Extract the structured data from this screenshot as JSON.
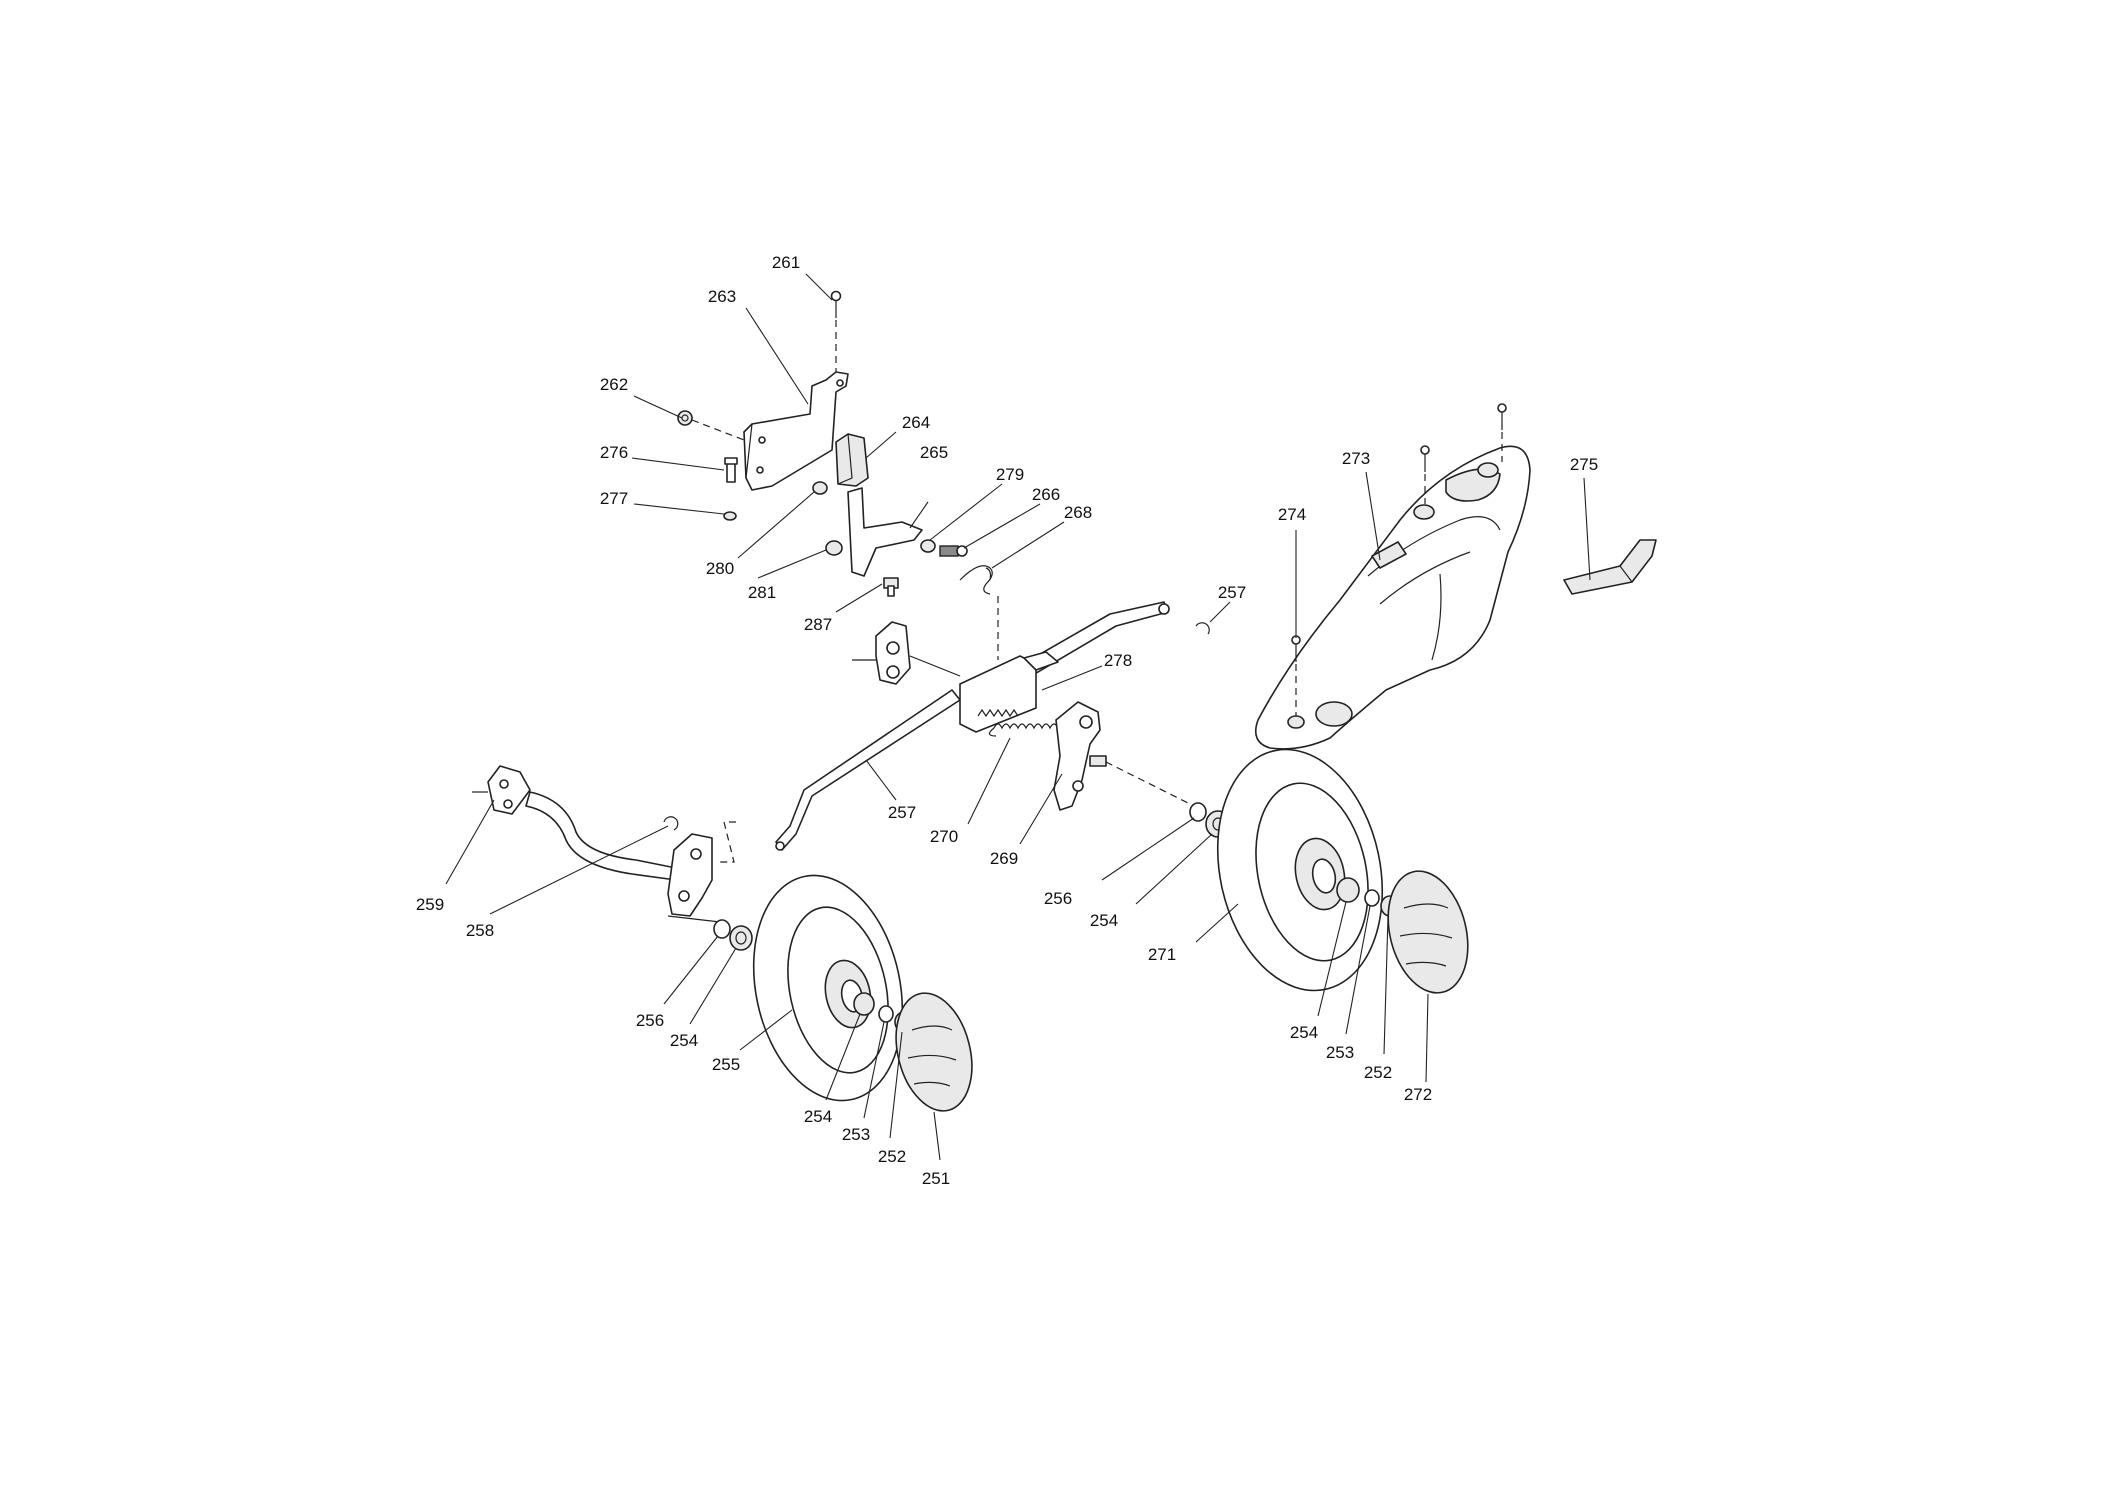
{
  "callouts": [
    {
      "id": "c261",
      "label": "261"
    },
    {
      "id": "c263",
      "label": "263"
    },
    {
      "id": "c262",
      "label": "262"
    },
    {
      "id": "c264",
      "label": "264"
    },
    {
      "id": "c276",
      "label": "276"
    },
    {
      "id": "c265",
      "label": "265"
    },
    {
      "id": "c279",
      "label": "279"
    },
    {
      "id": "c266",
      "label": "266"
    },
    {
      "id": "c268",
      "label": "268"
    },
    {
      "id": "c277",
      "label": "277"
    },
    {
      "id": "c280",
      "label": "280"
    },
    {
      "id": "c281",
      "label": "281"
    },
    {
      "id": "c287",
      "label": "287"
    },
    {
      "id": "c257a",
      "label": "257"
    },
    {
      "id": "c278",
      "label": "278"
    },
    {
      "id": "c273",
      "label": "273"
    },
    {
      "id": "c274",
      "label": "274"
    },
    {
      "id": "c275",
      "label": "275"
    },
    {
      "id": "c257b",
      "label": "257"
    },
    {
      "id": "c270",
      "label": "270"
    },
    {
      "id": "c269",
      "label": "269"
    },
    {
      "id": "c259",
      "label": "259"
    },
    {
      "id": "c258",
      "label": "258"
    },
    {
      "id": "c256a",
      "label": "256"
    },
    {
      "id": "c254a",
      "label": "254"
    },
    {
      "id": "c255",
      "label": "255"
    },
    {
      "id": "c254b",
      "label": "254"
    },
    {
      "id": "c253a",
      "label": "253"
    },
    {
      "id": "c252a",
      "label": "252"
    },
    {
      "id": "c251",
      "label": "251"
    },
    {
      "id": "c256b",
      "label": "256"
    },
    {
      "id": "c254c",
      "label": "254"
    },
    {
      "id": "c271",
      "label": "271"
    },
    {
      "id": "c254d",
      "label": "254"
    },
    {
      "id": "c253b",
      "label": "253"
    },
    {
      "id": "c252b",
      "label": "252"
    },
    {
      "id": "c272",
      "label": "272"
    }
  ]
}
